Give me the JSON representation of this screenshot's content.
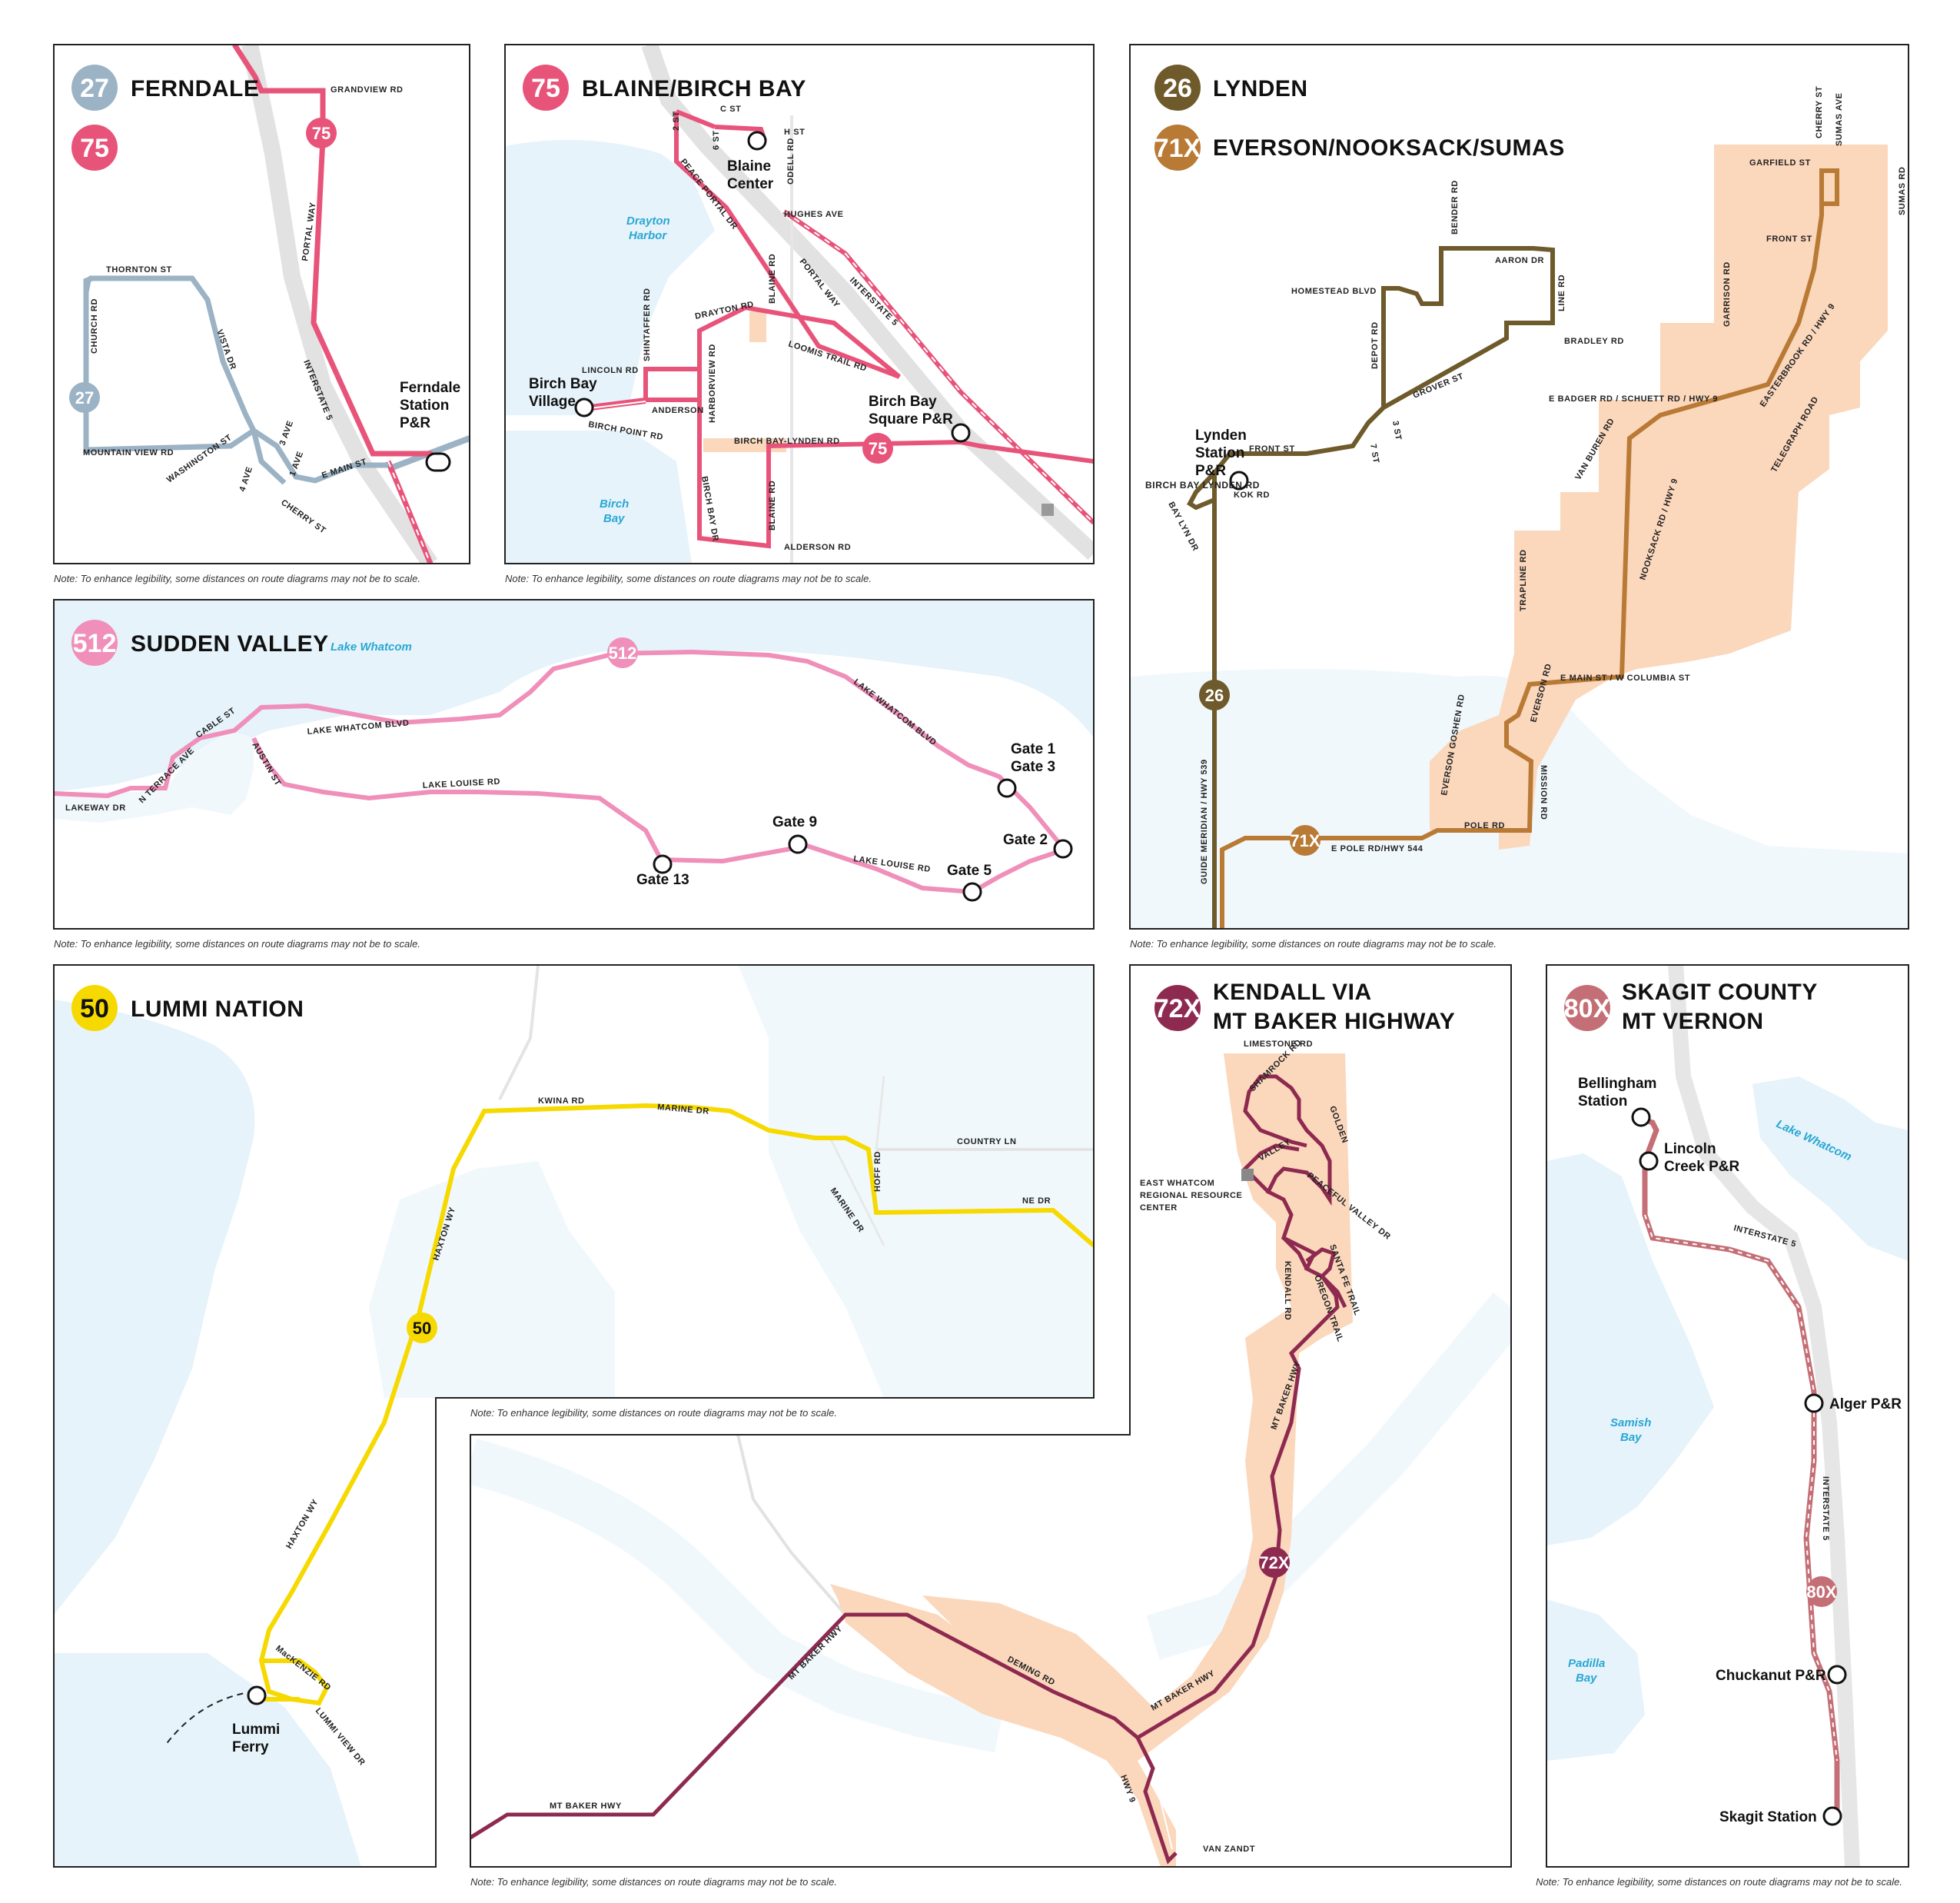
{
  "colors": {
    "route27": "#9bb3c4",
    "route75": "#e8537a",
    "route512": "#ef8fba",
    "route26": "#6e5a2b",
    "route71x": "#b87a35",
    "route50": "#f6d900",
    "route72x": "#8e2a50",
    "route80x": "#c46f76",
    "water": "#e6f3fa",
    "service_area": "#fbd7bc",
    "road": "#d8d8d8"
  },
  "note_text": "Note: To enhance legibility, some distances on route diagrams may not be to scale.",
  "panels": {
    "ferndale": {
      "badge_a": "27",
      "badge_b": "75",
      "title": "FERNDALE",
      "streets": {
        "grandview": "GRANDVIEW RD",
        "portal": "PORTAL WAY",
        "i5": "INTERSTATE 5",
        "thornton": "THORNTON ST",
        "church": "CHURCH RD",
        "vista": "VISTA DR",
        "mountain": "MOUNTAIN VIEW RD",
        "washington": "WASHINGTON ST",
        "third": "3 AVE",
        "fourth": "4 AVE",
        "first": "1 AVE",
        "emain": "E MAIN ST",
        "cherry": "CHERRY ST"
      },
      "stops": {
        "ferndale_station": [
          "Ferndale",
          "Station",
          "P&R"
        ]
      }
    },
    "blaine": {
      "badge": "75",
      "title": "BLAINE/BIRCH BAY",
      "streets": {
        "cst": "C ST",
        "hst": "H ST",
        "second": "2 ST",
        "sixth": "6 ST",
        "odell": "ODELL RD",
        "peace": "PEACE PORTAL DR",
        "hughes": "HUGHES AVE",
        "i5": "INTERSTATE 5",
        "portal": "PORTAL WAY",
        "blaine_rd": "BLAINE RD",
        "drayton": "DRAYTON RD",
        "loomis": "LOOMIS TRAIL RD",
        "shintaffer": "SHINTAFFER RD",
        "lincoln": "LINCOLN RD",
        "anderson": "ANDERSON",
        "birch_point": "BIRCH POINT RD",
        "harborview": "HARBORVIEW RD",
        "birch_lynden": "BIRCH BAY-LYNDEN RD",
        "birch_bay_dr": "BIRCH BAY DR",
        "blaine_rd2": "BLAINE RD",
        "alderson": "ALDERSON RD"
      },
      "water": {
        "drayton": [
          "Drayton",
          "Harbor"
        ],
        "birch": [
          "Birch",
          "Bay"
        ]
      },
      "stops": {
        "blaine_center": [
          "Blaine",
          "Center"
        ],
        "birch_bay_village": [
          "Birch Bay",
          "Village"
        ],
        "birch_bay_square": [
          "Birch Bay",
          "Square P&R"
        ]
      }
    },
    "lynden": {
      "badge_a": "26",
      "badge_b": "71X",
      "title_a": "LYNDEN",
      "title_b": "EVERSON/NOOKSACK/SUMAS",
      "streets": {
        "cherry": "CHERRY ST",
        "sumas_ave": "SUMAS AVE",
        "garfield": "GARFIELD ST",
        "sumas_rd": "SUMAS RD",
        "front_sumas": "FRONT ST",
        "bender": "BENDER RD",
        "aaron": "AARON DR",
        "homestead": "HOMESTEAD BLVD",
        "line": "LINE RD",
        "garrison": "GARRISON RD",
        "bradley": "BRADLEY RD",
        "depot": "DEPOT RD",
        "grover": "GROVER ST",
        "badger": "E BADGER RD / SCHUETT RD / HWY 9",
        "easterbrook": "EASTERBROOK RD / HWY 9",
        "third": "3 ST",
        "front": "FRONT ST",
        "seventh": "7 ST",
        "van_buren": "VAN BUREN RD",
        "telegraph": "TELEGRAPH ROAD",
        "birch_lynden": "BIRCH BAY LYNDEN RD",
        "kok": "KOK RD",
        "bay_lyn": "BAY LYN DR",
        "nooksack": "NOOKSACK RD / HWY 9",
        "trapline": "TRAPLINE RD",
        "emain": "E MAIN ST / W COLUMBIA ST",
        "everson": "EVERSON RD",
        "everson_goshen": "EVERSON GOSHEN RD",
        "mission": "MISSION RD",
        "guide": "GUIDE MERIDIAN / HWY 539",
        "pole": "POLE RD",
        "epole": "E POLE RD/HWY 544"
      },
      "stops": {
        "lynden_station": [
          "Lynden",
          "Station",
          "P&R"
        ]
      },
      "route_markers": {
        "r26": "26",
        "r71x": "71X"
      }
    },
    "sudden": {
      "badge": "512",
      "title": "SUDDEN VALLEY",
      "water": "Lake Whatcom",
      "streets": {
        "lakeway": "LAKEWAY DR",
        "terrace": "N TERRACE AVE",
        "cable": "CABLE ST",
        "austin": "AUSTIN ST",
        "lw_blvd": "LAKE WHATCOM BLVD",
        "louise": "LAKE LOUISE RD",
        "lw_blvd2": "LAKE WHATCOM BLVD",
        "louise2": "LAKE LOUISE RD"
      },
      "stops": {
        "gate13": "Gate 13",
        "gate9": "Gate 9",
        "gate5": "Gate 5",
        "gate2": "Gate 2",
        "gate13b": [
          "Gate 1",
          "Gate 3"
        ]
      },
      "route_marker": "512"
    },
    "lummi": {
      "badge": "50",
      "title": "LUMMI NATION",
      "streets": {
        "kwina": "KWINA RD",
        "marine": "MARINE DR",
        "country": "COUNTRY LN",
        "hoff": "HOFF RD",
        "marine2": "MARINE DR",
        "ne": "NE DR",
        "haxton": "HAXTON WY",
        "haxton2": "HAXTON WY",
        "mckenzie": "MacKENZIE RD",
        "lummi_view": "LUMMI VIEW DR"
      },
      "stops": {
        "ferry": [
          "Lummi",
          "Ferry"
        ]
      },
      "route_marker": "50"
    },
    "kendall": {
      "badge": "72X",
      "title_a": "KENDALL VIA",
      "title_b": "MT BAKER HIGHWAY",
      "streets": {
        "limestone": "LIMESTONE RD",
        "shamrock": "SHAMROCK RD",
        "golden": "GOLDEN",
        "valley": "VALLEY",
        "peaceful": "PEACEFUL VALLEY DR",
        "santa_fe": "SANTA FE TRAIL",
        "oregon": "OREGON TRAIL",
        "kendall_rd": "KENDALL RD",
        "mtbaker1": "MT BAKER HWY",
        "mtbaker2": "MT BAKER HWY",
        "mtbaker3": "MT BAKER HWY",
        "mtbaker4": "MT BAKER HWY",
        "deming": "DEMING RD",
        "hwy9": "HWY 9",
        "van_zandt": "VAN ZANDT"
      },
      "resource": [
        "EAST WHATCOM",
        "REGIONAL RESOURCE",
        "CENTER"
      ],
      "route_marker": "72X"
    },
    "skagit": {
      "badge": "80X",
      "title_a": "SKAGIT COUNTY",
      "title_b": "MT VERNON",
      "streets": {
        "i5": "INTERSTATE 5",
        "i5b": "INTERSTATE 5"
      },
      "water": {
        "lake": "Lake Whatcom",
        "samish": [
          "Samish",
          "Bay"
        ],
        "padilla": [
          "Padilla",
          "Bay"
        ]
      },
      "stops": {
        "bellingham": [
          "Bellingham",
          "Station"
        ],
        "lincoln": [
          "Lincoln",
          "Creek P&R"
        ],
        "alger": "Alger P&R",
        "chuckanut": "Chuckanut P&R",
        "skagit": "Skagit Station"
      },
      "route_marker": "80X"
    }
  }
}
